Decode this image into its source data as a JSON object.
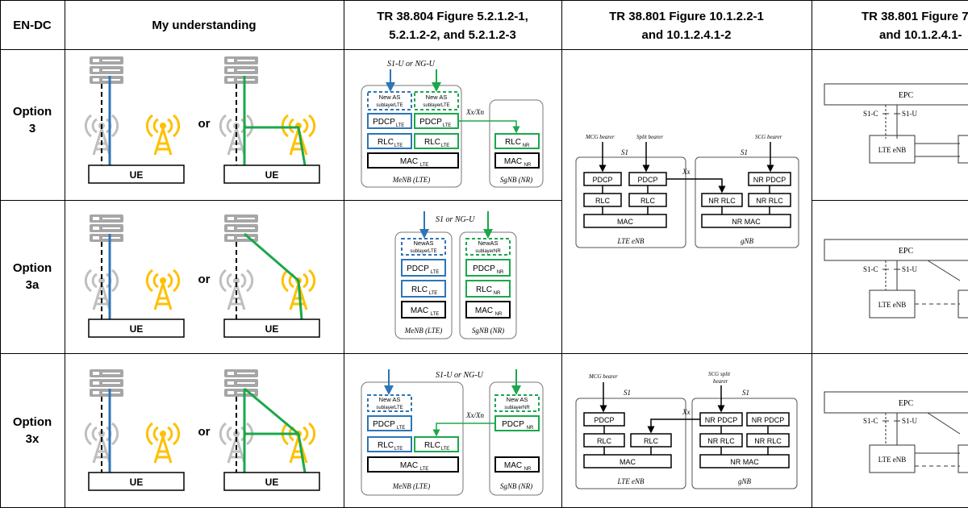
{
  "header": {
    "col0": "EN-DC",
    "col1": "My understanding",
    "col2_line1": "TR 38.804 Figure 5.2.1.2-1,",
    "col2_line2": "5.2.1.2-2, and 5.2.1.2-3",
    "col3_line1": "TR 38.801 Figure 10.1.2.2-1",
    "col3_line2": "and 10.1.2.4.1-2",
    "col4_line1": "TR 38.801 Figure 7",
    "col4_line2": "and 10.1.2.4.1-"
  },
  "rows": [
    {
      "label_line1": "Option",
      "label_line2": "3"
    },
    {
      "label_line1": "Option",
      "label_line2": "3a"
    },
    {
      "label_line1": "Option",
      "label_line2": "3x"
    }
  ],
  "understanding": {
    "ue": "UE",
    "or": "or"
  },
  "tr804": {
    "opt3_top": "S1-U or  NG-U",
    "opt3a_top": "S1 or NG-U",
    "opt3x_top": "S1-U or NG-U",
    "xxxn": "Xx/Xn",
    "new_as": "New AS",
    "newas": "NewAS",
    "sublayer_lte": "sublayerLTE",
    "sublayer_nr": "sublayerNR",
    "pdcp": "PDCP",
    "rlc": "RLC",
    "mac": "MAC",
    "sub_lte": "LTE",
    "sub_nr": "NR",
    "menb": "MeNB (LTE)",
    "sgnb": "SgNB (NR)"
  },
  "tr801": {
    "mcg_bearer": "MCG bearer",
    "split_bearer": "Split bearer",
    "scg_bearer": "SCG bearer",
    "scg_split_line1": "SCG split",
    "scg_split_line2": "bearer",
    "s1": "S1",
    "xx": "Xx",
    "pdcp": "PDCP",
    "rlc": "RLC",
    "mac": "MAC",
    "nr_pdcp": "NR PDCP",
    "nr_rlc": "NR RLC",
    "nr_mac": "NR MAC",
    "lte_enb": "LTE eNB",
    "gnb": "gNB"
  },
  "tr801b": {
    "epc": "EPC",
    "s1c": "S1-C",
    "s1u": "S1-U",
    "lte_enb": "LTE eNB"
  },
  "colors": {
    "blue": "#2e75b6",
    "green": "#1aa84b",
    "yellow": "#ffc000",
    "gray_server": "#a6a6a6",
    "gray_antenna": "#bfbfbf"
  }
}
